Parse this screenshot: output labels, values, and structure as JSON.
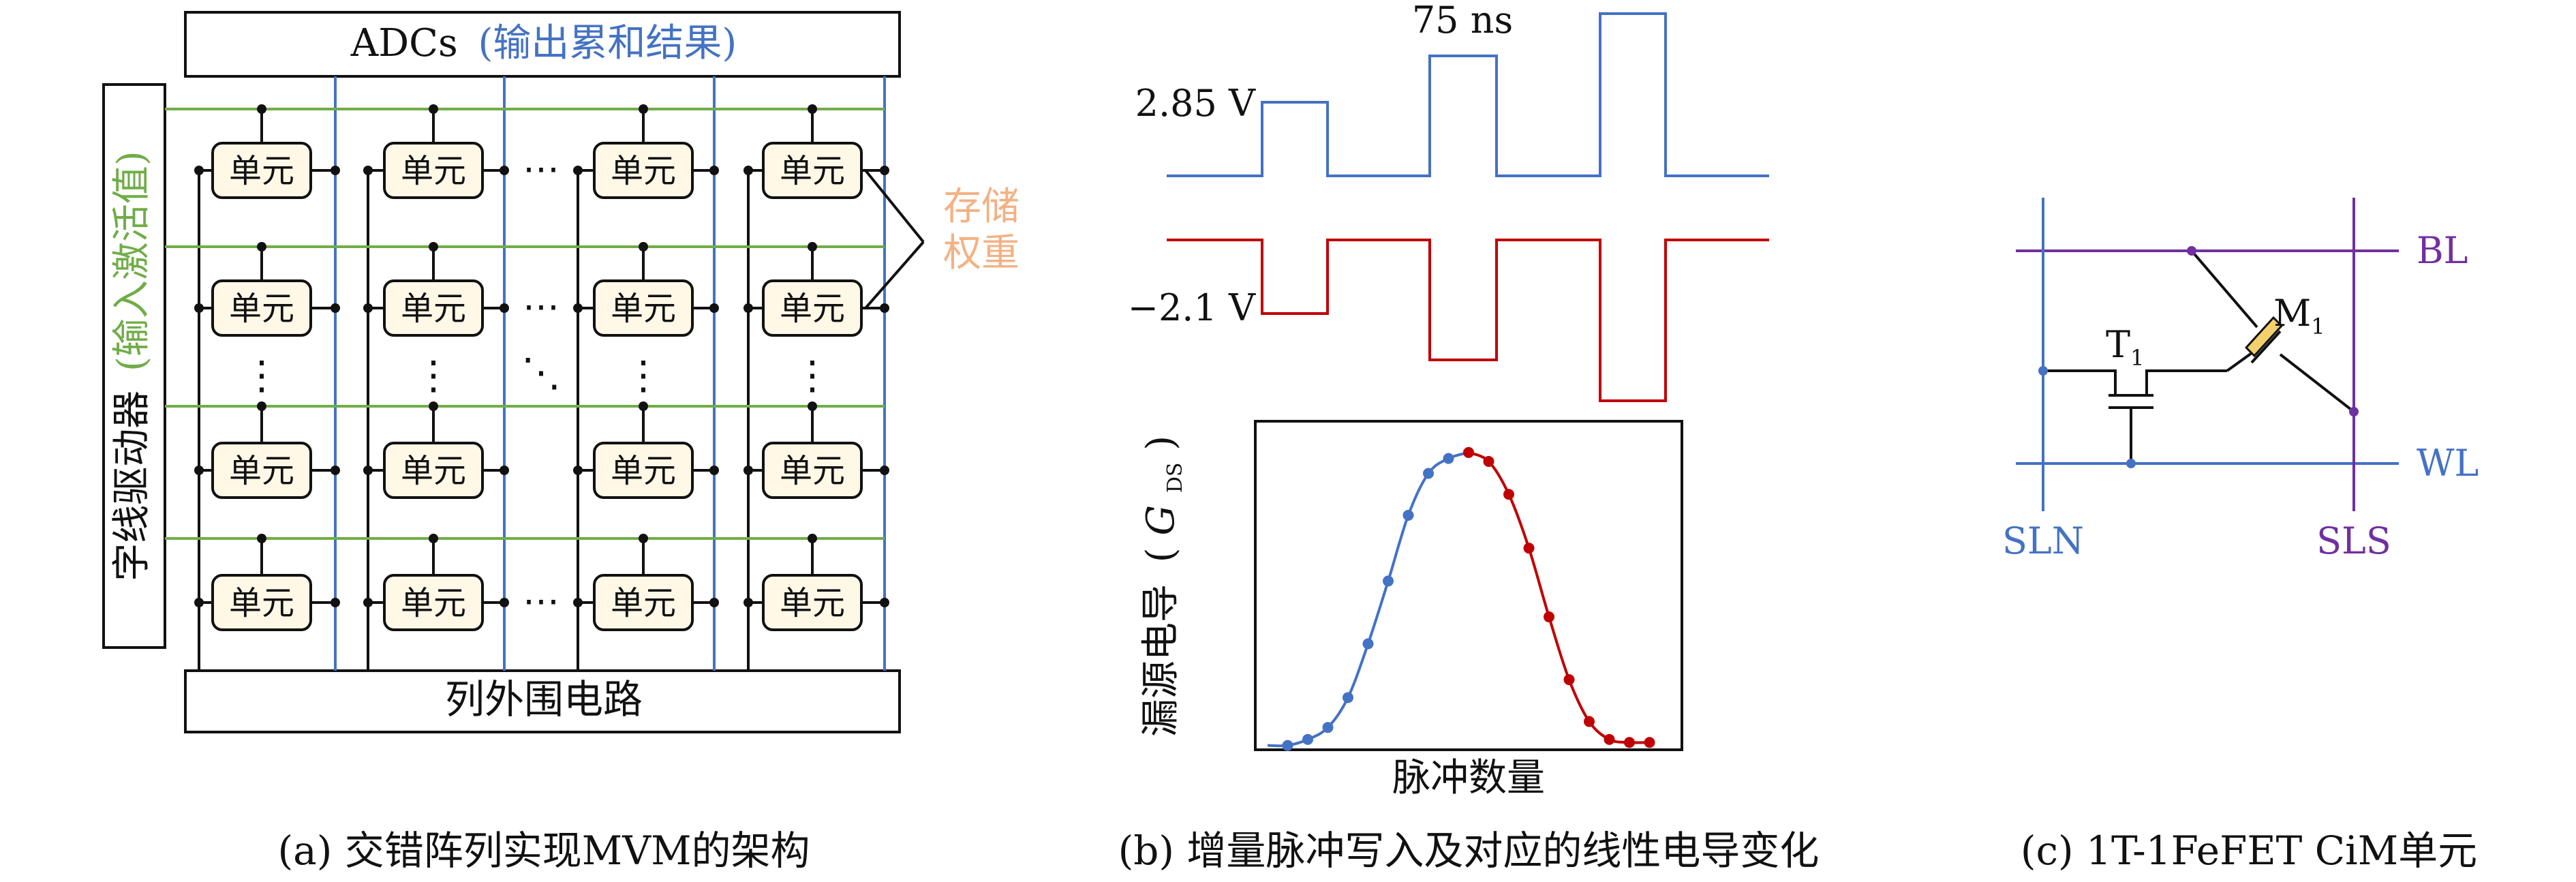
{
  "colors": {
    "black": "#111111",
    "blue": "#4472C4",
    "green": "#70AD47",
    "orange": "#F4B183",
    "red": "#C00000",
    "purple": "#7030A0",
    "cell_fill": "#FFF8E7",
    "device": "#F2D06B"
  },
  "panel_a": {
    "adc_label": "ADCs",
    "adc_sublabel": "(输出累和结果)",
    "driver_label": "字线驱动器",
    "driver_sublabel": "(输入激活值)",
    "cell_label": "单元",
    "weight_label_line1": "存储",
    "weight_label_line2": "权重",
    "periphery_label": "列外围电路",
    "hdots": "⋯",
    "vdots": "⋮",
    "ddots": "⋱",
    "caption": "(a) 交错阵列实现MVM的架构"
  },
  "panel_b": {
    "pulse_width_label": "75 ns",
    "pos_voltage_label": "2.85 V",
    "neg_voltage_label": "−2.1 V",
    "ylabel": "漏源电导",
    "ylabel_symbol_open": "(",
    "ylabel_symbol": "G",
    "ylabel_subscript": "DS",
    "ylabel_symbol_close": ")",
    "xlabel": "脉冲数量",
    "caption": "(b) 增量脉冲写入及对应的线性电导变化"
  },
  "panel_c": {
    "bl_label": "BL",
    "wl_label": "WL",
    "sln_label": "SLN",
    "sls_label": "SLS",
    "t1_label": "T",
    "t1_sub": "1",
    "m1_label": "M",
    "m1_sub": "1",
    "caption": "(c) 1T-1FeFET CiM单元"
  },
  "chart_data": {
    "type": "scatter",
    "title": "",
    "xlabel": "脉冲数量",
    "ylabel": "漏源电导 (G_DS)",
    "grid": false,
    "axis_ticks": false,
    "series": [
      {
        "color": "#4472C4",
        "x": [
          1,
          2,
          3,
          4,
          5,
          6,
          7,
          8,
          9,
          10
        ],
        "y": [
          0.0,
          0.02,
          0.06,
          0.16,
          0.34,
          0.55,
          0.77,
          0.91,
          0.96,
          0.98
        ]
      },
      {
        "color": "#C00000",
        "x": [
          10,
          11,
          12,
          13,
          14,
          15,
          16,
          17,
          18,
          19
        ],
        "y": [
          0.98,
          0.95,
          0.84,
          0.66,
          0.43,
          0.22,
          0.08,
          0.02,
          0.01,
          0.01
        ]
      }
    ]
  }
}
